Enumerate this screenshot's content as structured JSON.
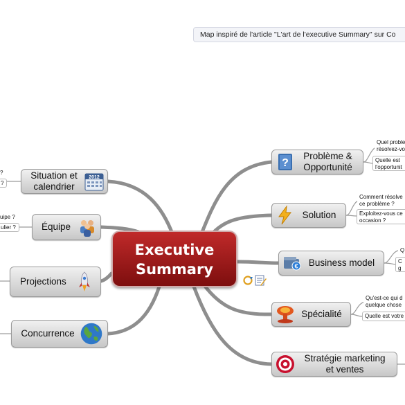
{
  "note": "Map inspiré de l'article \"L'art de l'executive Summary\" sur Co",
  "central": {
    "line1": "Executive",
    "line2": "Summary"
  },
  "right_topics": [
    {
      "line1": "Problème &",
      "line2": "Opportunité",
      "icon": "question-book-icon",
      "subtopics": [
        {
          "line1": "Quel proble",
          "line2": "résolvez-vo"
        },
        {
          "line1": "Quelle est",
          "line2": "l'opportunit"
        }
      ]
    },
    {
      "line1": "Solution",
      "line2": "",
      "icon": "lightning-icon",
      "subtopics": [
        {
          "line1": "Comment résolve",
          "line2": "ce problème ?"
        },
        {
          "line1": "Exploitez-vous ce",
          "line2": "occasion ?"
        }
      ]
    },
    {
      "line1": "Business model",
      "line2": "",
      "icon": "euro-wallet-icon",
      "subtopics": [
        {
          "line1": "Q",
          "line2": ""
        },
        {
          "line1": "C",
          "line2": "g"
        }
      ]
    },
    {
      "line1": "Spécialité",
      "line2": "",
      "icon": "explosion-icon",
      "subtopics": [
        {
          "line1": "Qu'est-ce qui d",
          "line2": "quelque chose"
        },
        {
          "line1": "Quelle est votre",
          "line2": ""
        }
      ]
    },
    {
      "line1": "Stratégie marketing",
      "line2": "et ventes",
      "icon": "target-icon",
      "subtopics": []
    }
  ],
  "left_topics": [
    {
      "line1": "Situation et",
      "line2": "calendrier",
      "icon": "calendar-icon",
      "calendar_year": "2012",
      "subtopics": [
        {
          "line1": "?",
          "line2": ""
        },
        {
          "line1": "?",
          "line2": ""
        }
      ]
    },
    {
      "line1": "Équipe",
      "line2": "",
      "icon": "team-icon",
      "subtopics": [
        {
          "line1": "uipe ?",
          "line2": ""
        },
        {
          "line1": "ulier ?",
          "line2": ""
        }
      ]
    },
    {
      "line1": "Projections",
      "line2": "",
      "icon": "rocket-icon",
      "subtopics": []
    },
    {
      "line1": "Concurrence",
      "line2": "",
      "icon": "globe-icon",
      "subtopics": []
    }
  ],
  "colors": {
    "central": "#9b1515",
    "topic": "#d9d9d9",
    "branch": "#8c8c8c"
  }
}
